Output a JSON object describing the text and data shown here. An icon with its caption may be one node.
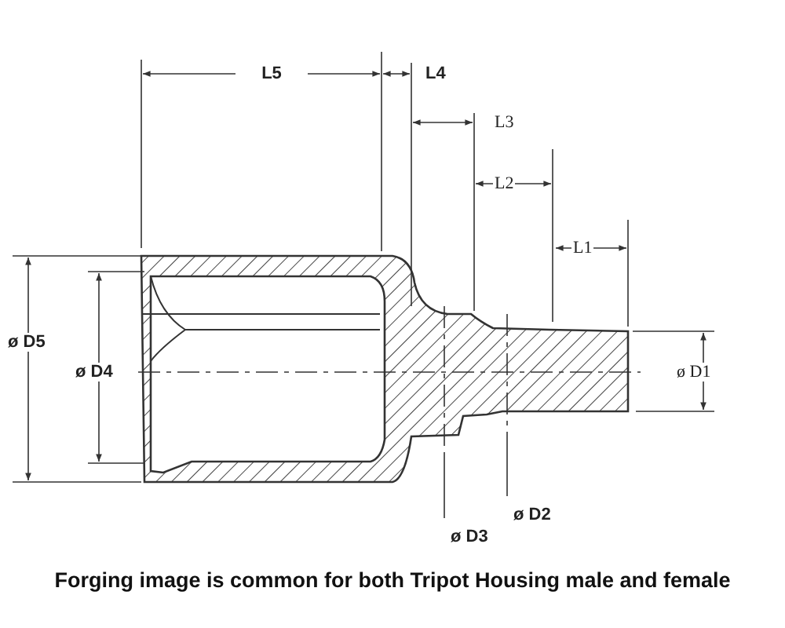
{
  "diagram": {
    "caption": "Forging image is common for both Tripot Housing male and female",
    "labels": [
      "L5",
      "L4",
      "L3",
      "L2",
      "L1",
      "ø D5",
      "ø D4",
      "ø D1",
      "ø D2",
      "ø D3"
    ]
  }
}
